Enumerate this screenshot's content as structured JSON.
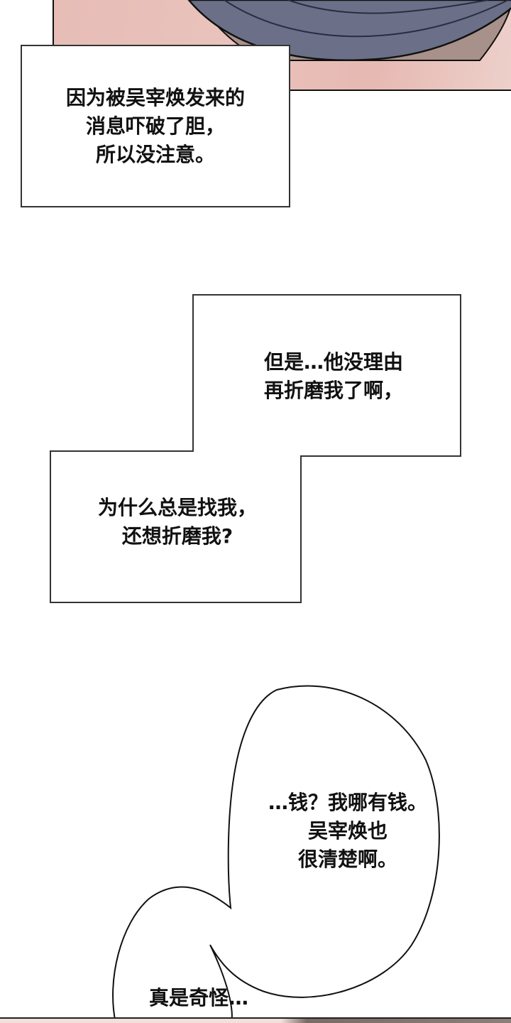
{
  "panels": {
    "top_image": {
      "description": "art-panel-fragment",
      "colors": {
        "skin": "#e7bdb6",
        "hair": "#6b7088",
        "outline": "#111111"
      }
    },
    "bottom_image": {
      "description": "art-panel-fragment",
      "colors": {
        "floor": "#f1e1da",
        "shadow": "#7a6c66"
      }
    }
  },
  "captions": [
    {
      "id": "caption-1",
      "text": "因为被吴宰焕发来的\n消息吓破了胆，\n所以没注意。"
    },
    {
      "id": "caption-2",
      "text": "但是…他没理由\n再折磨我了啊，"
    },
    {
      "id": "caption-3",
      "text": "为什么总是找我，\n还想折磨我?"
    }
  ],
  "bubbles": [
    {
      "id": "bubble-1",
      "text": "…钱？我哪有钱。\n吴宰焕也\n很清楚啊。"
    },
    {
      "id": "bubble-2",
      "text": "真是奇怪…"
    }
  ]
}
